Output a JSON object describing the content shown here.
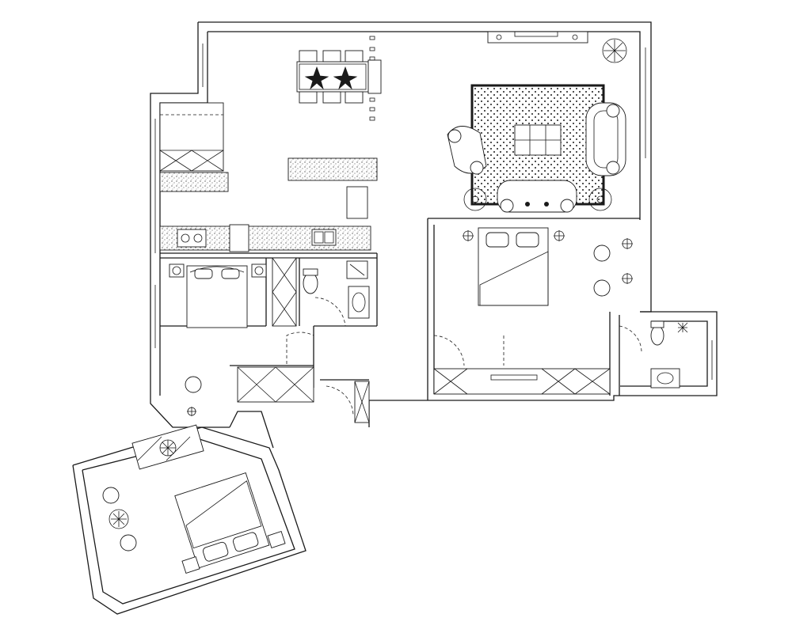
{
  "plan": {
    "background": "#ffffff",
    "line_color": "#1a1a1a",
    "text_labels": []
  },
  "elements": [
    "living-room",
    "dining-area",
    "kitchen",
    "bedroom-1",
    "bedroom-2",
    "master-bedroom",
    "bathroom-1",
    "bathroom-2",
    "balcony",
    "wardrobes",
    "doors"
  ]
}
